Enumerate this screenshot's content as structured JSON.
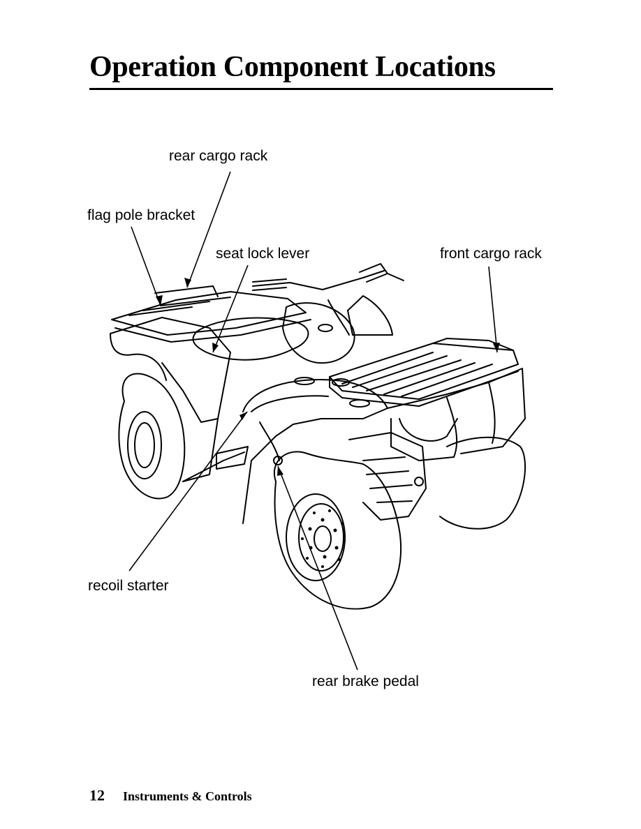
{
  "page": {
    "title": "Operation Component Locations",
    "page_number": "12",
    "section": "Instruments & Controls"
  },
  "callouts": {
    "rear_cargo_rack": "rear cargo rack",
    "flag_pole_bracket": "flag pole bracket",
    "seat_lock_lever": "seat lock lever",
    "front_cargo_rack": "front cargo rack",
    "recoil_starter": "recoil starter",
    "rear_brake_pedal": "rear brake pedal"
  }
}
